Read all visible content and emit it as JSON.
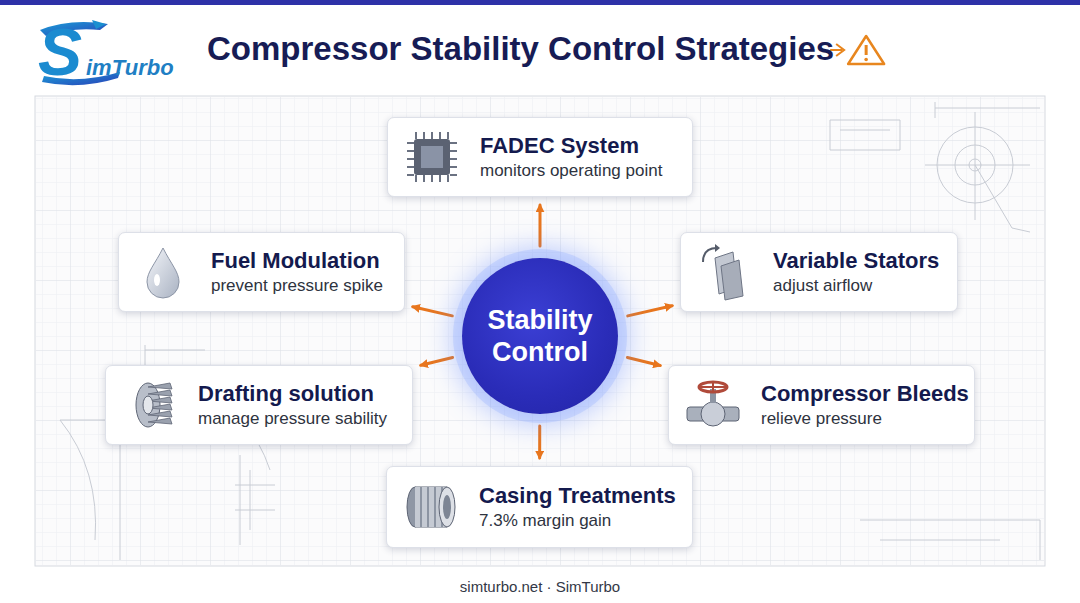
{
  "diagram": {
    "title": "Compressor Stability Control Strategies",
    "caption": "simturbo.net · SimTurbo",
    "nodes": [
      {
        "text": [
          "FADEC System",
          "monitors operating point"
        ]
      },
      {
        "text": [
          "Fuel Modulation",
          "prevent pressure spike"
        ]
      },
      {
        "text": [
          "Stability Control"
        ]
      },
      {
        "text": [
          "Variable Stators",
          "adjust airflow"
        ]
      },
      {
        "text": [
          "Drafting solution",
          "manage pressure sability"
        ]
      },
      {
        "text": [
          "Compressor Bleeds",
          "relieve pressure"
        ]
      },
      {
        "text": [
          "Casing Treatments",
          "7.3% margin gain"
        ]
      }
    ],
    "edges": [
      {
        "from": 2,
        "to": 0,
        "arrow": "to"
      },
      {
        "from": 2,
        "to": 1,
        "arrow": "to"
      },
      {
        "from": 2,
        "to": 3,
        "arrow": "to"
      },
      {
        "from": 2,
        "to": 4,
        "arrow": "to"
      },
      {
        "from": 2,
        "to": 5,
        "arrow": "to"
      },
      {
        "from": 2,
        "to": 6,
        "arrow": "to"
      }
    ],
    "labels": [
      "S",
      "imTurbo"
    ]
  }
}
